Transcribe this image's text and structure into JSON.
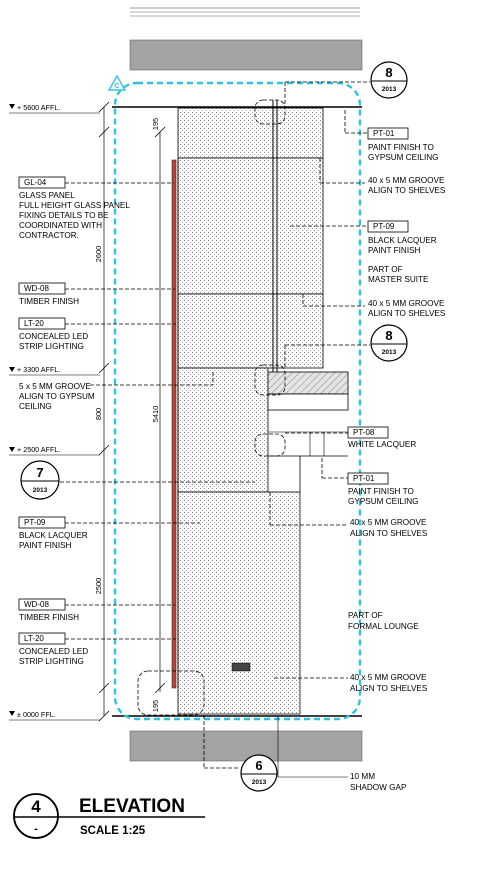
{
  "levels": {
    "top": "+ 5600 AFFL.",
    "mid": "+ 3300 AFFL.",
    "low": "+ 2500 AFFL.",
    "floor": "± 0000 FFL."
  },
  "dimensions": {
    "top_195": "195",
    "upper_2600": "2600",
    "mid_800": "800",
    "total_5410": "5410",
    "lower_2500": "2500",
    "bottom_195": "195"
  },
  "revision_tag": "C",
  "section_bubbles": {
    "top_right": {
      "number": "8",
      "sheet": "2013"
    },
    "mid_right": {
      "number": "8",
      "sheet": "2013"
    },
    "left": {
      "number": "7",
      "sheet": "2013"
    },
    "bottom": {
      "number": "6",
      "sheet": "2013"
    }
  },
  "left_callouts": {
    "gl04": {
      "code": "GL-04",
      "lines": [
        "GLASS PANEL",
        "FULL HEIGHT GLASS PANEL",
        "FIXING DETAILS TO BE",
        "COORDINATED WITH",
        "CONTRACTOR."
      ]
    },
    "wd08_upper": {
      "code": "WD-08",
      "lines": [
        "TIMBER FINISH"
      ]
    },
    "lt20_upper": {
      "code": "LT-20",
      "lines": [
        "CONCEALED LED",
        "STRIP LIGHTING"
      ]
    },
    "groove_ceiling": {
      "lines": [
        "5 x 5 MM GROOVE",
        "ALIGN TO GYPSUM",
        "CEILING"
      ]
    },
    "pt09_lower": {
      "code": "PT-09",
      "lines": [
        "BLACK LACQUER",
        "PAINT FINISH"
      ]
    },
    "wd08_lower": {
      "code": "WD-08",
      "lines": [
        "TIMBER FINISH"
      ]
    },
    "lt20_lower": {
      "code": "LT-20",
      "lines": [
        "CONCEALED LED",
        "STRIP LIGHTING"
      ]
    }
  },
  "right_callouts": {
    "pt01_upper": {
      "code": "PT-01",
      "lines": [
        "PAINT FINISH TO",
        "GYPSUM CEILING"
      ]
    },
    "groove_upper_1": {
      "lines": [
        "40 x 5 MM GROOVE",
        "ALIGN TO SHELVES"
      ]
    },
    "pt09_upper": {
      "code": "PT-09",
      "lines": [
        "BLACK LACQUER",
        "PAINT FINISH"
      ]
    },
    "master_suite": {
      "lines": [
        "PART OF",
        "MASTER SUITE"
      ]
    },
    "groove_upper_2": {
      "lines": [
        "40 x 5 MM GROOVE",
        "ALIGN TO SHELVES"
      ]
    },
    "pt08": {
      "code": "PT-08",
      "lines": [
        "WHITE LACQUER"
      ]
    },
    "pt01_lower": {
      "code": "PT-01",
      "lines": [
        "PAINT FINISH TO",
        "GYPSUM CEILING"
      ]
    },
    "groove_lower_1": {
      "lines": [
        "40 x 5 MM GROOVE",
        "ALIGN TO SHELVES"
      ]
    },
    "formal_lounge": {
      "lines": [
        "PART OF",
        "FORMAL LOUNGE"
      ]
    },
    "groove_lower_2": {
      "lines": [
        "40 x 5 MM GROOVE",
        "ALIGN TO SHELVES"
      ]
    },
    "shadow_gap": {
      "lines": [
        "10 MM",
        "SHADOW GAP"
      ]
    }
  },
  "title_block": {
    "number": "4",
    "sub_number": "-",
    "title": "ELEVATION",
    "scale": "SCALE 1:25"
  }
}
